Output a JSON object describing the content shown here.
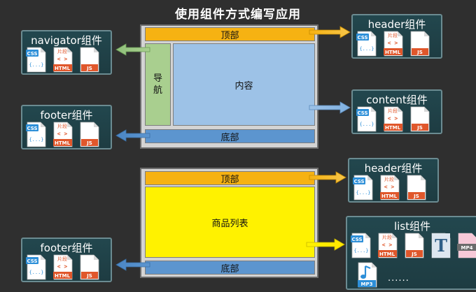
{
  "title": "使用组件方式编写应用",
  "top_layout": {
    "header": "顶部",
    "nav": "导航",
    "content": "内容",
    "footer": "底部"
  },
  "bottom_layout": {
    "header": "顶部",
    "list": "商品列表",
    "footer": "底部"
  },
  "cards": {
    "navigator": "navigator组件",
    "header_top": "header组件",
    "content": "content组件",
    "footer_top": "footer组件",
    "header_bottom": "header组件",
    "list": "list组件",
    "footer_bottom": "footer组件"
  },
  "icons": {
    "css": "CSS",
    "css_braces": "{...}",
    "html_top": "片段",
    "html_code": "< >",
    "html": "HTML",
    "js": "JS",
    "mp3": "MP3",
    "mp4": "MP4",
    "font": "T"
  },
  "ellipsis": "......",
  "colors": {
    "background": "#2f2f2f",
    "header": "#f6b212",
    "nav": "#a9cf8f",
    "content": "#9dc2e7",
    "footer": "#5c95cf",
    "list": "#fff200"
  }
}
